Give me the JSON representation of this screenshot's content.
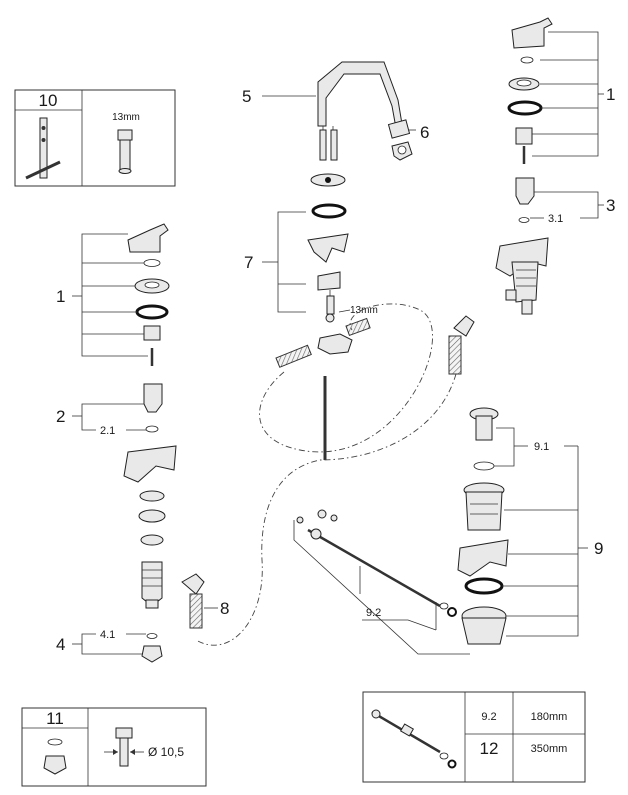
{
  "callouts": {
    "c1_right": "1",
    "c1_left": "1",
    "c2": "2",
    "c2_1": "2.1",
    "c3": "3",
    "c3_1": "3.1",
    "c4": "4",
    "c4_1": "4.1",
    "c5": "5",
    "c6": "6",
    "c7": "7",
    "c8": "8",
    "c9": "9",
    "c9_1": "9.1",
    "c9_2": "9.2"
  },
  "dimensions": {
    "wrench_13mm": "13mm"
  },
  "box10": {
    "number": "10",
    "size": "13mm"
  },
  "box11": {
    "number": "11",
    "diameter": "Ø 10,5"
  },
  "box12": {
    "row1_code": "9.2",
    "row1_length": "180mm",
    "row2_code": "12",
    "row2_length": "350mm"
  }
}
